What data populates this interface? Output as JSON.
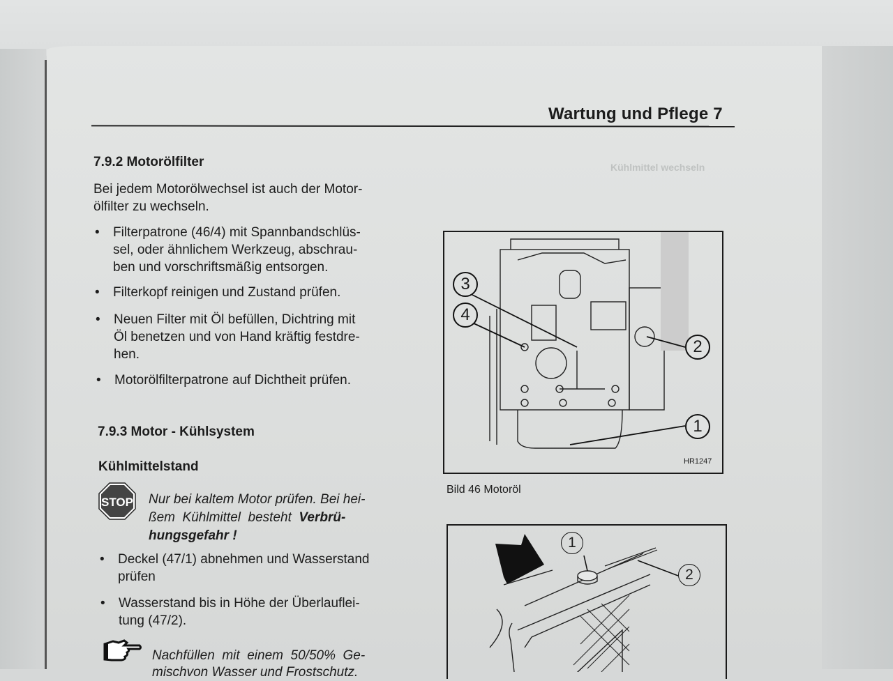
{
  "page": {
    "running_header": "Wartung und Pflege 7"
  },
  "section_792": {
    "heading": "7.9.2 Motorölfilter",
    "intro": [
      "Bei jedem Motorölwechsel ist auch der Motor-",
      "ölfilter zu wechseln."
    ],
    "bullets": [
      {
        "lines": [
          "Filterpatrone (46/4) mit Spannbandschlüs-",
          "sel, oder ähnlichem Werkzeug, abschrau-",
          "ben und vorschriftsmäßig entsorgen."
        ]
      },
      {
        "lines": [
          "Filterkopf reinigen und Zustand prüfen."
        ]
      },
      {
        "lines": [
          "Neuen Filter mit Öl befüllen, Dichtring mit",
          "Öl benetzen und von Hand kräftig festdre-",
          "hen."
        ]
      },
      {
        "lines": [
          "Motorölfilterpatrone auf Dichtheit prüfen."
        ]
      }
    ]
  },
  "section_793": {
    "heading": "7.9.3 Motor - Kühlsystem",
    "subheading": "Kühlmittelstand",
    "warning": {
      "icon": "stop-sign-icon",
      "icon_text": "STOP",
      "line1": "Nur bei kaltem Motor prüfen. Bei hei-",
      "line2_normal": "ßem  Kühlmittel  besteht  ",
      "line2_bold": "Verbrü-",
      "line3_bold": "hungsgefahr !"
    },
    "bullets": [
      {
        "lines": [
          "Deckel (47/1) abnehmen und Wasserstand",
          "prüfen"
        ]
      },
      {
        "lines": [
          "Wasserstand bis in Höhe der Überlauflei-",
          "tung (47/2)."
        ]
      }
    ],
    "note": {
      "icon": "pointing-hand-icon",
      "line1": "Nachfüllen  mit  einem  50/50%  Ge-",
      "line2": "mischvon Wasser und Frostschutz."
    }
  },
  "figure_46": {
    "caption": "Bild 46 Motoröl",
    "code": "HR1247",
    "callouts": [
      "1",
      "2",
      "3",
      "4"
    ]
  },
  "figure_47": {
    "callouts": [
      "1",
      "2"
    ]
  },
  "bullet_glyph": "•"
}
